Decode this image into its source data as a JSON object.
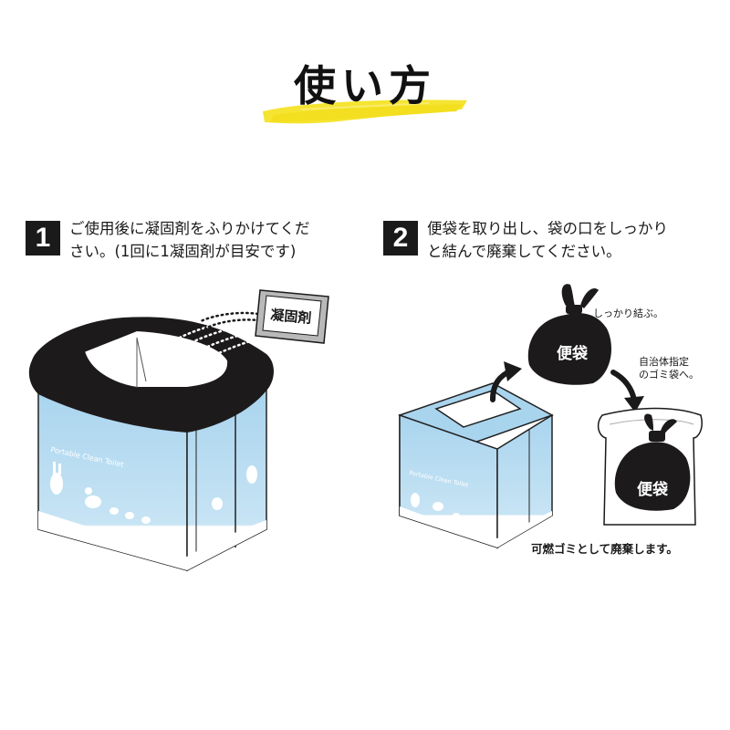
{
  "title": "使い方",
  "steps": [
    {
      "number": "1",
      "line1": "ご使用後に凝固剤をふりかけてくだ",
      "line2": "さい。(1回に1凝固剤が目安です)"
    },
    {
      "number": "2",
      "line1": "便袋を取り出し、袋の口をしっかり",
      "line2": "と結んで廃棄してください。"
    }
  ],
  "illustration1": {
    "packet_label": "凝固剤",
    "box_brand": "Portable Clean Toilet"
  },
  "illustration2": {
    "box_brand": "Portable Clean Toilet",
    "bag_label": "便袋",
    "tie_note": "しっかり結ぶ。",
    "designated_bag_note_1": "自治体指定",
    "designated_bag_note_2": "のゴミ袋へ。",
    "bag_label_2": "便袋",
    "disposal_note": "可燃ゴミとして廃棄します。"
  },
  "colors": {
    "accent_yellow": "#f5e431",
    "box_blue": "#bfe0f2",
    "bag_black": "#1c1a1a"
  }
}
